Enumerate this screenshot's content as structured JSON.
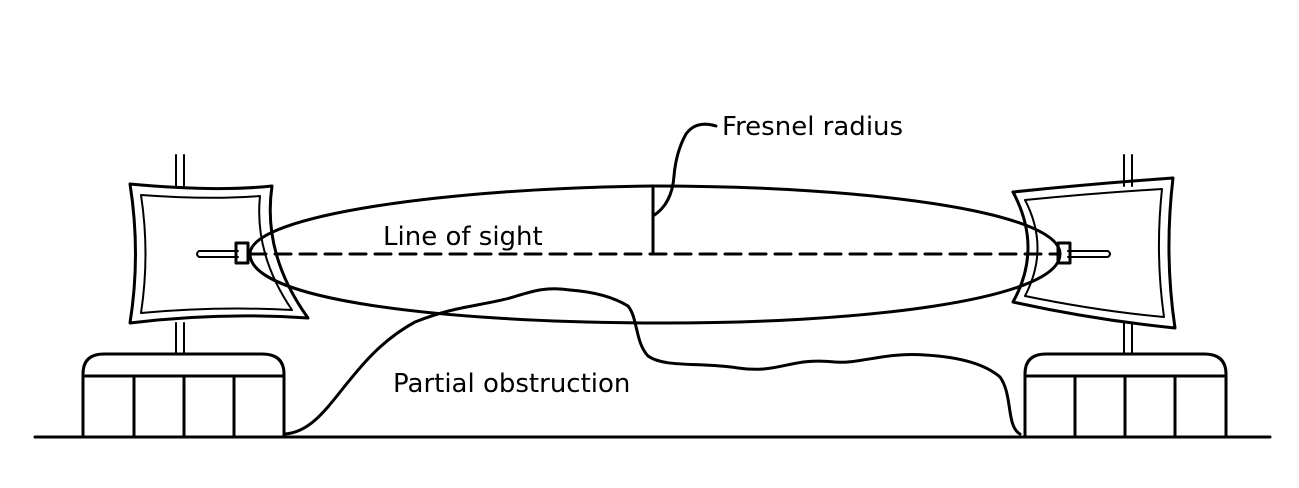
{
  "labels": {
    "fresnel_radius": "Fresnel radius",
    "line_of_sight": "Line of sight",
    "partial_obstruction": "Partial obstruction"
  },
  "colors": {
    "ink": "#000000",
    "background": "#ffffff"
  },
  "elements": {
    "left_antenna": "directional-panel-antenna",
    "right_antenna": "directional-panel-antenna",
    "left_base": "equipment-base",
    "right_base": "equipment-base",
    "fresnel_zone": "ellipse",
    "obstruction": "terrain-hill"
  }
}
